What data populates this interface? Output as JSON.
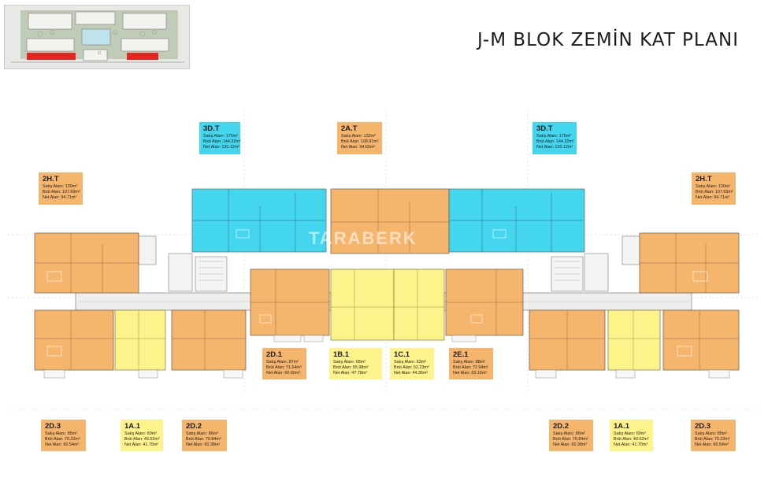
{
  "title": "J-M BLOK ZEMİN KAT PLANI",
  "watermark": "TARABERK",
  "colors": {
    "cyan": "#44d6ee",
    "orange": "#f6b56d",
    "yellow": "#fdf38a",
    "wall": "#8a8f8a",
    "highlight": "#e3241f"
  },
  "units": [
    {
      "code": "3D.T",
      "satis": "Satış Alanı: 175m²",
      "brut": "Brüt Alan: 144.32m²",
      "net": "Net Alan: 120.12m²"
    },
    {
      "code": "2A.T",
      "satis": "Satış Alanı: 132m²",
      "brut": "Brüt Alan: 108.91m²",
      "net": "Net Alan: 94.65m²"
    },
    {
      "code": "3D.T",
      "satis": "Satış Alanı: 175m²",
      "brut": "Brüt Alan: 144.32m²",
      "net": "Net Alan: 120.12m²"
    },
    {
      "code": "2H.T",
      "satis": "Satış Alanı: 130m²",
      "brut": "Brüt Alan: 107.69m²",
      "net": "Net Alan: 94.71m²"
    },
    {
      "code": "2H.T",
      "satis": "Satış Alanı: 130m²",
      "brut": "Brüt Alan: 107.69m²",
      "net": "Net Alan: 94.71m²"
    },
    {
      "code": "2D.1",
      "satis": "Satış Alanı: 87m²",
      "brut": "Brüt Alan: 71.54m²",
      "net": "Net Alan: 60.60m²"
    },
    {
      "code": "1B.1",
      "satis": "Satış Alanı: 68m²",
      "brut": "Brüt Alan: 55.98m²",
      "net": "Net Alan: 47.78m²"
    },
    {
      "code": "1C.1",
      "satis": "Satış Alanı: 63m²",
      "brut": "Brüt Alan: 52.23m²",
      "net": "Net Alan: 44.36m²"
    },
    {
      "code": "2E.1",
      "satis": "Satış Alanı: 88m²",
      "brut": "Brüt Alan: 72.94m²",
      "net": "Net Alan: 63.16m²"
    },
    {
      "code": "2D.3",
      "satis": "Satış Alanı: 85m²",
      "brut": "Brüt Alan: 70.22m²",
      "net": "Net Alan: 60.54m²"
    },
    {
      "code": "1A.1",
      "satis": "Satış Alanı: 60m²",
      "brut": "Brüt Alan: 49.52m²",
      "net": "Net Alan: 41.70m²"
    },
    {
      "code": "2D.2",
      "satis": "Satış Alanı: 86m²",
      "brut": "Brüt Alan: 70.84m²",
      "net": "Net Alan: 60.38m²"
    },
    {
      "code": "2D.2",
      "satis": "Satış Alanı: 86m²",
      "brut": "Brüt Alan: 70.84m²",
      "net": "Net Alan: 60.38m²"
    },
    {
      "code": "1A.1",
      "satis": "Satış Alanı: 60m²",
      "brut": "Brüt Alan: 49.52m²",
      "net": "Net Alan: 41.70m²"
    },
    {
      "code": "2D.3",
      "satis": "Satış Alanı: 85m²",
      "brut": "Brüt Alan: 70.22m²",
      "net": "Net Alan: 60.54m²"
    }
  ]
}
